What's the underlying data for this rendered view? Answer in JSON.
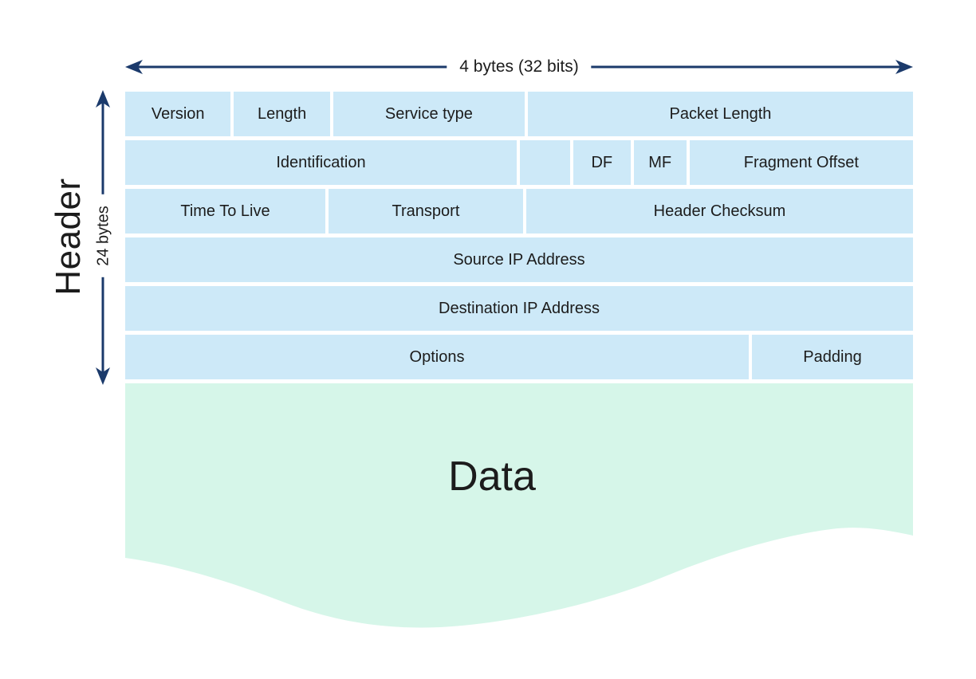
{
  "top_arrow": {
    "label": "4 bytes (32 bits)"
  },
  "left_labels": {
    "header": "Header",
    "size": "24 bytes"
  },
  "table": {
    "rows": [
      {
        "cells": [
          {
            "label": "Version"
          },
          {
            "label": "Length"
          },
          {
            "label": "Service type"
          },
          {
            "label": "Packet Length"
          }
        ]
      },
      {
        "cells": [
          {
            "label": "Identification"
          },
          {
            "label": ""
          },
          {
            "label": "DF"
          },
          {
            "label": "MF"
          },
          {
            "label": "Fragment Offset"
          }
        ]
      },
      {
        "cells": [
          {
            "label": "Time To Live"
          },
          {
            "label": "Transport"
          },
          {
            "label": "Header Checksum"
          }
        ]
      },
      {
        "cells": [
          {
            "label": "Source IP Address"
          }
        ]
      },
      {
        "cells": [
          {
            "label": "Destination IP Address"
          }
        ]
      },
      {
        "cells": [
          {
            "label": "Options"
          },
          {
            "label": "Padding"
          }
        ]
      }
    ]
  },
  "data_section": {
    "label": "Data"
  },
  "colors": {
    "cell_blue": "#cde9f8",
    "data_green": "#d6f6e9",
    "arrow_navy": "#1b3a6b",
    "text_dark": "#1c1c1c"
  }
}
